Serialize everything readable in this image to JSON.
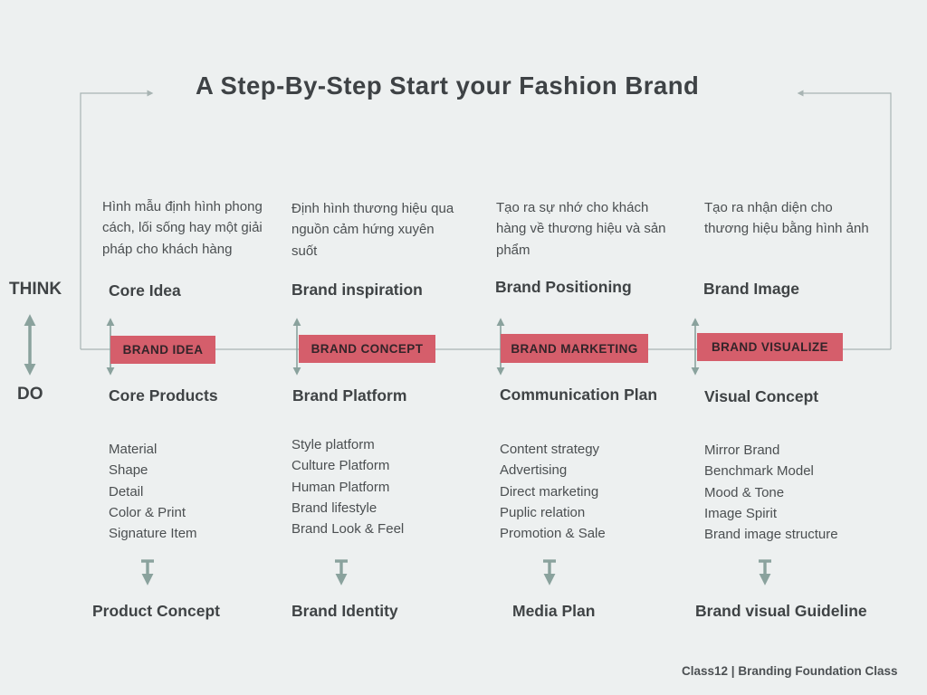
{
  "title": "A Step-By-Step Start your Fashion Brand",
  "axis": {
    "think_label": "THINK",
    "do_label": "DO"
  },
  "columns": [
    {
      "description": "Hình mẫu định hình phong cách, lối sống hay một giải pháp cho khách hàng",
      "think_item": "Core Idea",
      "badge": "BRAND IDEA",
      "do_item": "Core Products",
      "list": [
        "Material",
        "Shape",
        "Detail",
        "Color & Print",
        "Signature Item"
      ],
      "outcome": "Product Concept"
    },
    {
      "description": "Định hình thương hiệu qua nguồn cảm hứng xuyên suốt",
      "think_item": "Brand inspiration",
      "badge": "BRAND CONCEPT",
      "do_item": "Brand Platform",
      "list": [
        "Style platform",
        "Culture Platform",
        "Human Platform",
        "Brand lifestyle",
        "Brand Look & Feel"
      ],
      "outcome": "Brand Identity"
    },
    {
      "description": "Tạo ra sự nhớ cho khách hàng về thương hiệu và sản phẩm",
      "think_item": "Brand Positioning",
      "badge": "BRAND MARKETING",
      "do_item": "Communication Plan",
      "list": [
        "Content strategy",
        "Advertising",
        "Direct marketing",
        "Puplic relation",
        "Promotion & Sale"
      ],
      "outcome": "Media Plan"
    },
    {
      "description": "Tạo ra nhận diện cho thương hiệu bằng hình ảnh",
      "think_item": "Brand Image",
      "badge": "BRAND VISUALIZE",
      "do_item": "Visual Concept",
      "list": [
        "Mirror Brand",
        "Benchmark Model",
        "Mood & Tone",
        "Image Spirit",
        "Brand image structure"
      ],
      "outcome": "Brand visual Guideline"
    }
  ],
  "footer": "Class12 | Branding Foundation Class",
  "colors": {
    "background": "#edf0f0",
    "badge_bg": "#d55e6b",
    "badge_text": "#332429",
    "arrow_green": "#8aa29d",
    "bracket_line": "#a8b4b3",
    "heading_text": "#3f4345",
    "body_text": "#4b4f51"
  }
}
